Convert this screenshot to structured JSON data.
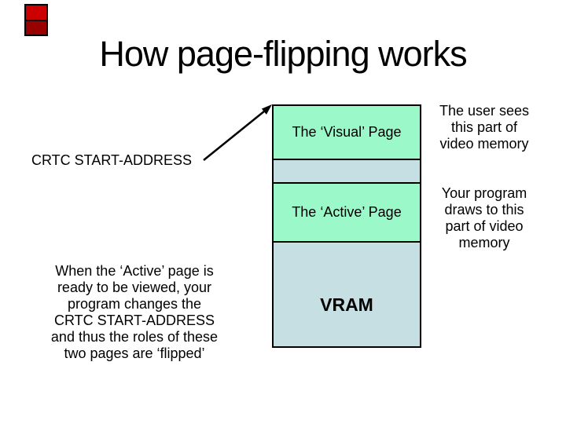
{
  "slide": {
    "title": "How page-flipping works",
    "decor": {
      "top_square_color": "#CC0000",
      "bottom_square_color": "#990000"
    },
    "diagram": {
      "crtc_label": "CRTC START-ADDRESS",
      "visual_page_label": "The ‘Visual’ Page",
      "active_page_label": "The ‘Active’ Page",
      "vram_label": "VRAM",
      "page_fill": "#9BF9C9",
      "memory_fill": "#C6DFE3",
      "border_color": "#000000"
    },
    "annotations": {
      "user_sees": "The user sees\nthis part of\nvideo memory",
      "program_draws": "Your program\ndraws to this\npart of video\nmemory",
      "explanation": "When the ‘Active’ page is\nready to be viewed, your\nprogram changes the\nCRTC START-ADDRESS\nand thus the roles of these\ntwo pages are ‘flipped’"
    }
  }
}
